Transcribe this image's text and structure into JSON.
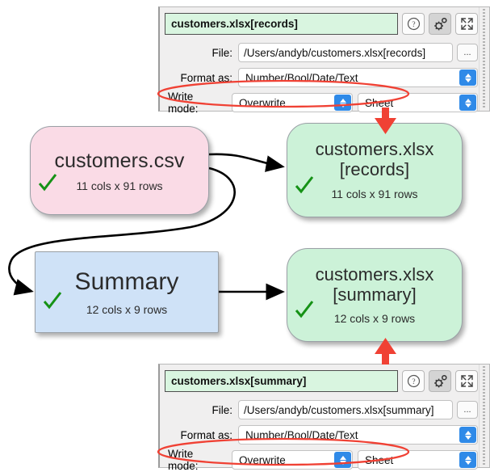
{
  "graph": {
    "nodes": [
      {
        "id": "csv",
        "title": "customers.csv",
        "subtitle": "11 cols x 91 rows",
        "status_icon": "check-icon",
        "color": "#fadbe6",
        "shape": "rounded"
      },
      {
        "id": "records",
        "title": "customers.xlsx\n[records]",
        "subtitle": "11 cols x 91 rows",
        "status_icon": "check-icon",
        "color": "#ccf2d8",
        "shape": "rounded"
      },
      {
        "id": "summary",
        "title": "Summary",
        "subtitle": "12 cols x 9 rows",
        "status_icon": "check-icon",
        "color": "#cfe2f7",
        "shape": "rectangle"
      },
      {
        "id": "sumout",
        "title": "customers.xlsx\n[summary]",
        "subtitle": "12 cols x 9 rows",
        "status_icon": "check-icon",
        "color": "#ccf2d8",
        "shape": "rounded"
      }
    ],
    "edges": [
      {
        "from": "csv",
        "to": "records",
        "style": "arrow"
      },
      {
        "from": "csv",
        "to": "summary",
        "style": "curved-arrow"
      },
      {
        "from": "summary",
        "to": "sumout",
        "style": "arrow"
      }
    ]
  },
  "panel_top": {
    "title": "customers.xlsx[records]",
    "help_icon": "question-mark-icon",
    "settings_icon": "gear-icon",
    "expand_icon": "expand-arrows-icon",
    "file_label": "File:",
    "file_value": "/Users/andyb/customers.xlsx[records]",
    "browse_label": "...",
    "format_label": "Format as:",
    "format_value": "Number/Bool/Date/Text",
    "write_mode_label": "Write mode:",
    "write_mode_value": "Overwrite",
    "sheet_value": "Sheet"
  },
  "panel_bottom": {
    "title": "customers.xlsx[summary]",
    "help_icon": "question-mark-icon",
    "settings_icon": "gear-icon",
    "expand_icon": "expand-arrows-icon",
    "file_label": "File:",
    "file_value": "/Users/andyb/customers.xlsx[summary]",
    "browse_label": "...",
    "format_label": "Format as:",
    "format_value": "Number/Bool/Date/Text",
    "write_mode_label": "Write mode:",
    "write_mode_value": "Overwrite",
    "sheet_value": "Sheet"
  },
  "annotations": {
    "highlight_color": "#f04134",
    "ellipse_top": "write-mode-row-highlight",
    "ellipse_bottom": "write-mode-row-highlight",
    "arrow_top": "points-down-to-records-node",
    "arrow_bottom": "points-up-to-summary-panel"
  },
  "theme": {
    "node_green": "#ccf2d8",
    "node_pink": "#fadbe6",
    "node_blue": "#cfe2f7",
    "check_green": "#169216",
    "title_field_green": "#d9f5e0",
    "stepper_blue": "#2f8ae8"
  }
}
